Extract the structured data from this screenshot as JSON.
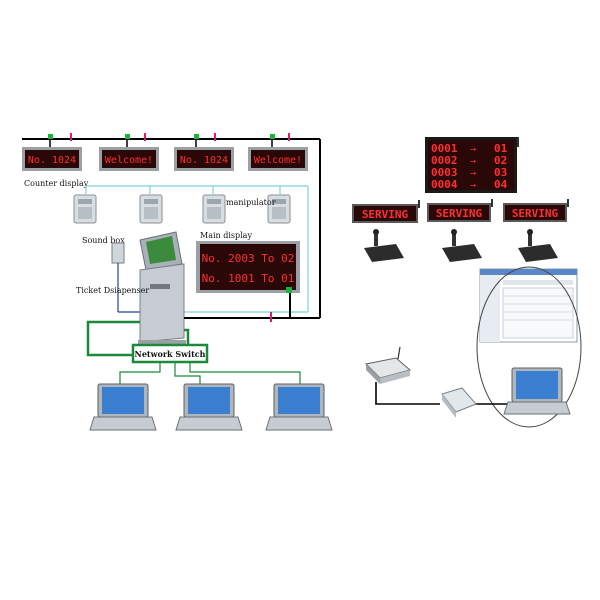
{
  "labels": {
    "counter_display": "Counter display",
    "manipulator": "manipulator",
    "sound_box": "Sound box",
    "main_display": "Main display",
    "ticket_dispenser": "Ticket Dsiapenser",
    "network_switch": "Network Switch"
  },
  "counter_displays": [
    "No. 1024",
    "Welcome!",
    "No. 1024",
    "Welcome!"
  ],
  "main_display": {
    "line1": "No. 2003 To 02",
    "line2": "No. 1001 To 01"
  },
  "queue_board": {
    "rows": [
      "0001",
      "0002",
      "0003",
      "0004"
    ],
    "targets": [
      "01",
      "02",
      "03",
      "04"
    ]
  },
  "serving_displays": [
    "SERVING",
    "SERVING",
    "SERVING"
  ],
  "colors": {
    "led_red": "#ff3030",
    "panel_bg": "#2a0808",
    "network_green": "#1a8a3a",
    "cable_cyan": "#7fd3d8",
    "cable_black": "#000000"
  }
}
